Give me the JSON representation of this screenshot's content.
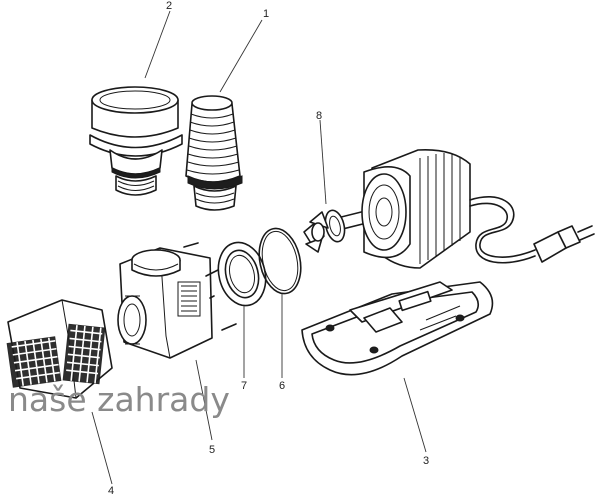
{
  "diagram": {
    "watermark": "naše zahrady",
    "callouts": [
      {
        "id": "1",
        "label": "1"
      },
      {
        "id": "2",
        "label": "2"
      },
      {
        "id": "3",
        "label": "3"
      },
      {
        "id": "4",
        "label": "4"
      },
      {
        "id": "5",
        "label": "5"
      },
      {
        "id": "6",
        "label": "6"
      },
      {
        "id": "7",
        "label": "7"
      },
      {
        "id": "8",
        "label": "8"
      }
    ]
  }
}
